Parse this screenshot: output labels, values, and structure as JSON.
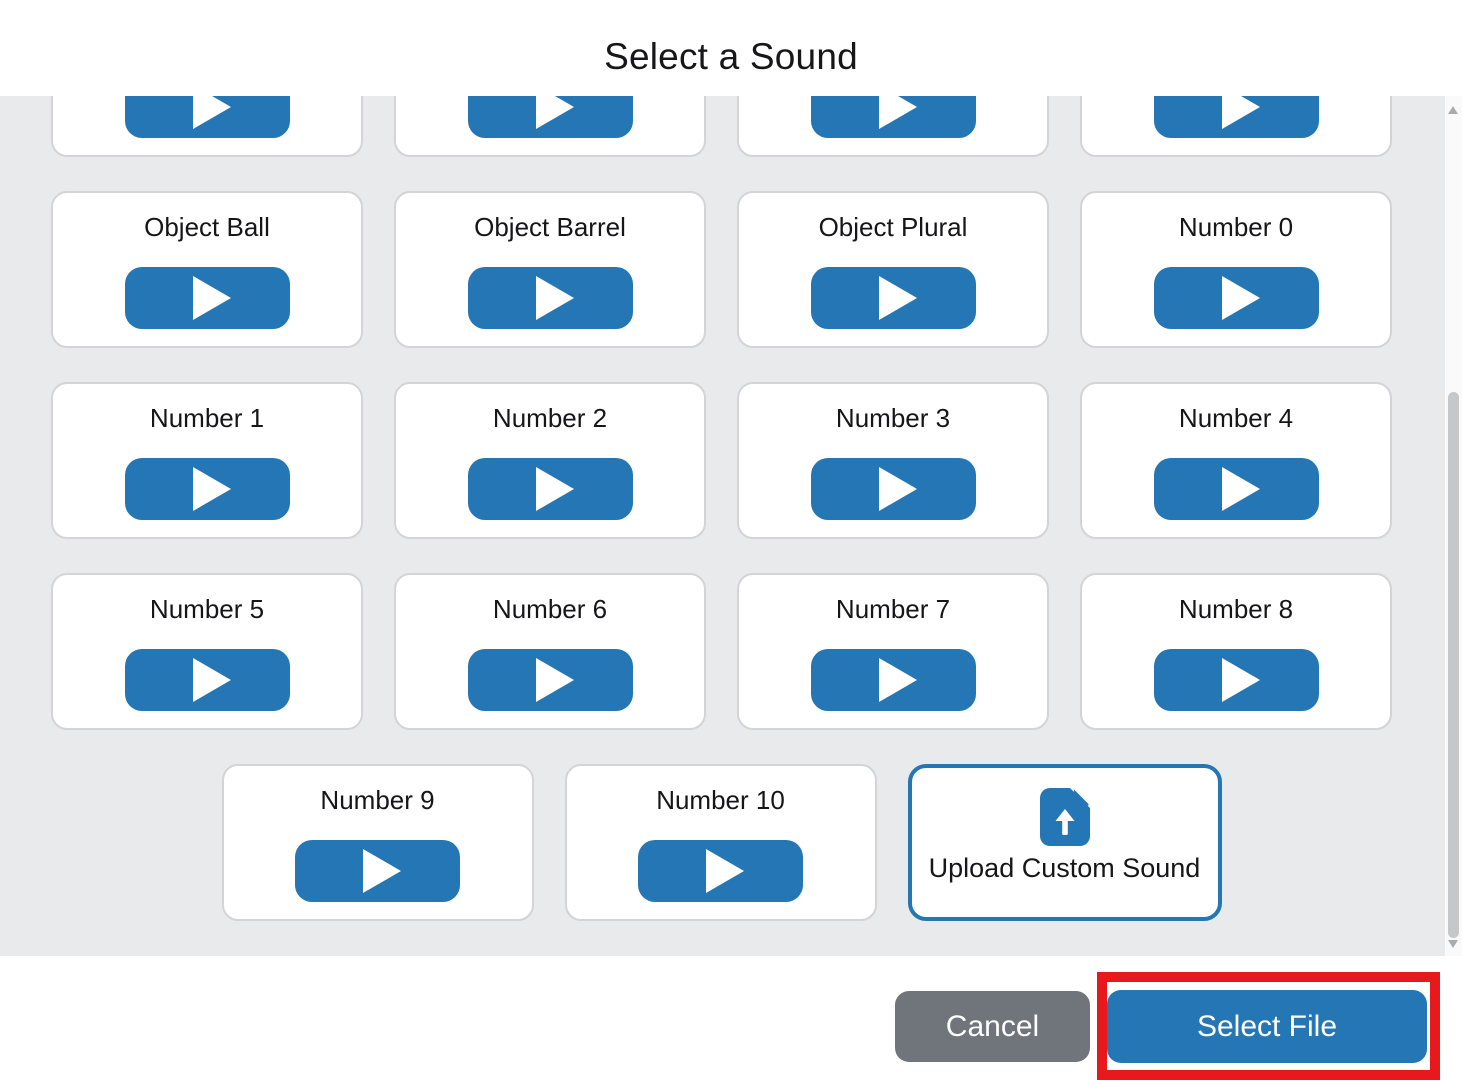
{
  "title": "Select a Sound",
  "sound_grid": {
    "partial_top_row_count": 4,
    "card_labels": [
      "Object Ball",
      "Object Barrel",
      "Object Plural",
      "Number 0",
      "Number 1",
      "Number 2",
      "Number 3",
      "Number 4",
      "Number 5",
      "Number 6",
      "Number 7",
      "Number 8",
      "Number 9",
      "Number 10"
    ],
    "upload_label": "Upload Custom Sound",
    "play_icon": "play-icon",
    "upload_icon": "file-upload-icon"
  },
  "footer": {
    "cancel_label": "Cancel",
    "select_file_label": "Select File"
  },
  "scrollbar": {
    "visible": true,
    "thumb_position": "near-bottom"
  },
  "colors": {
    "accent_blue": "#2477b4",
    "cancel_gray": "#70757b",
    "highlight_red": "#e8191d",
    "content_bg": "#e9eaec",
    "card_border": "#d4d4d6"
  }
}
